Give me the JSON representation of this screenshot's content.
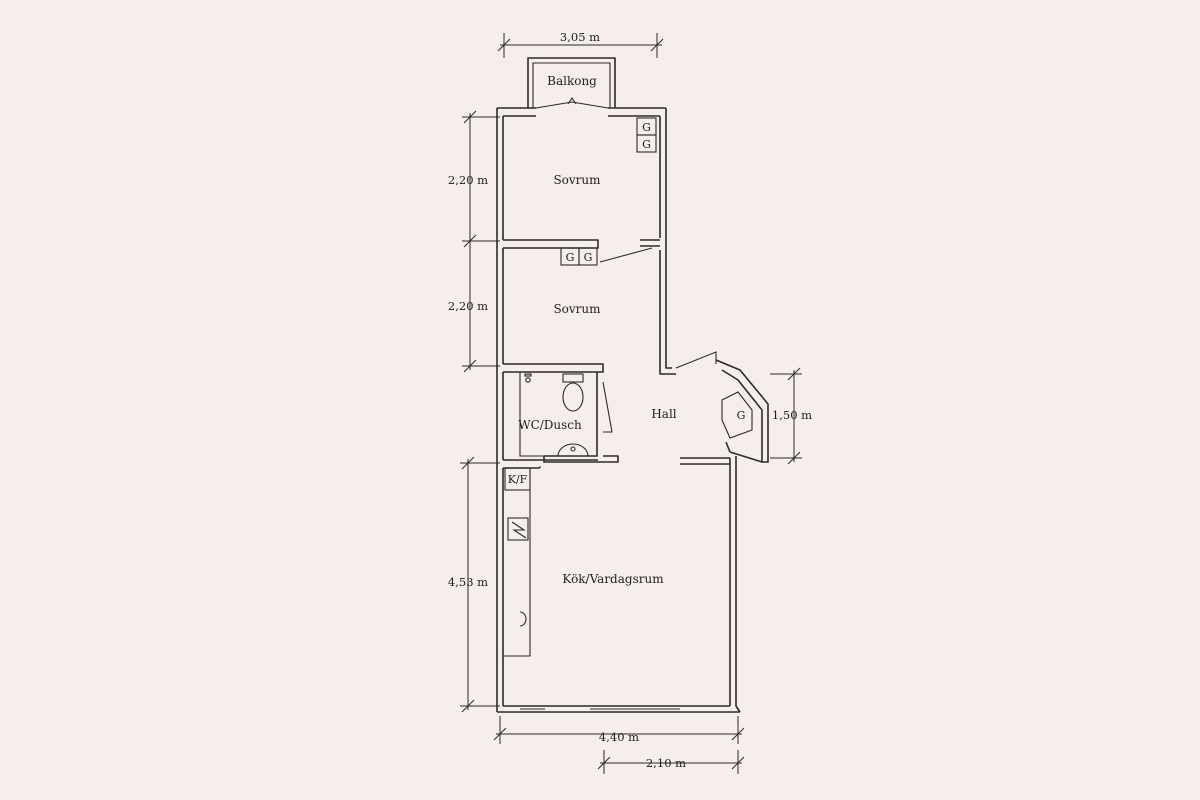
{
  "rooms": {
    "balcony": "Balkong",
    "bedroom_1": "Sovrum",
    "bedroom_2": "Sovrum",
    "bathroom": "WC/Dusch",
    "hall": "Hall",
    "kitchen_living": "Kök/Vardagsrum",
    "fridge_freezer": "K/F"
  },
  "closet_label": "G",
  "dimensions": {
    "top_width": "3,05 m",
    "bedroom_1_depth": "2,20 m",
    "bedroom_2_depth": "2,20 m",
    "kitchen_depth": "4,53 m",
    "hall_niche": "1,50 m",
    "bottom_width": "4,40 m",
    "bottom_partial": "2,10 m"
  },
  "colors": {
    "background": "#f6eeeb",
    "line": "#2b2b2b"
  }
}
